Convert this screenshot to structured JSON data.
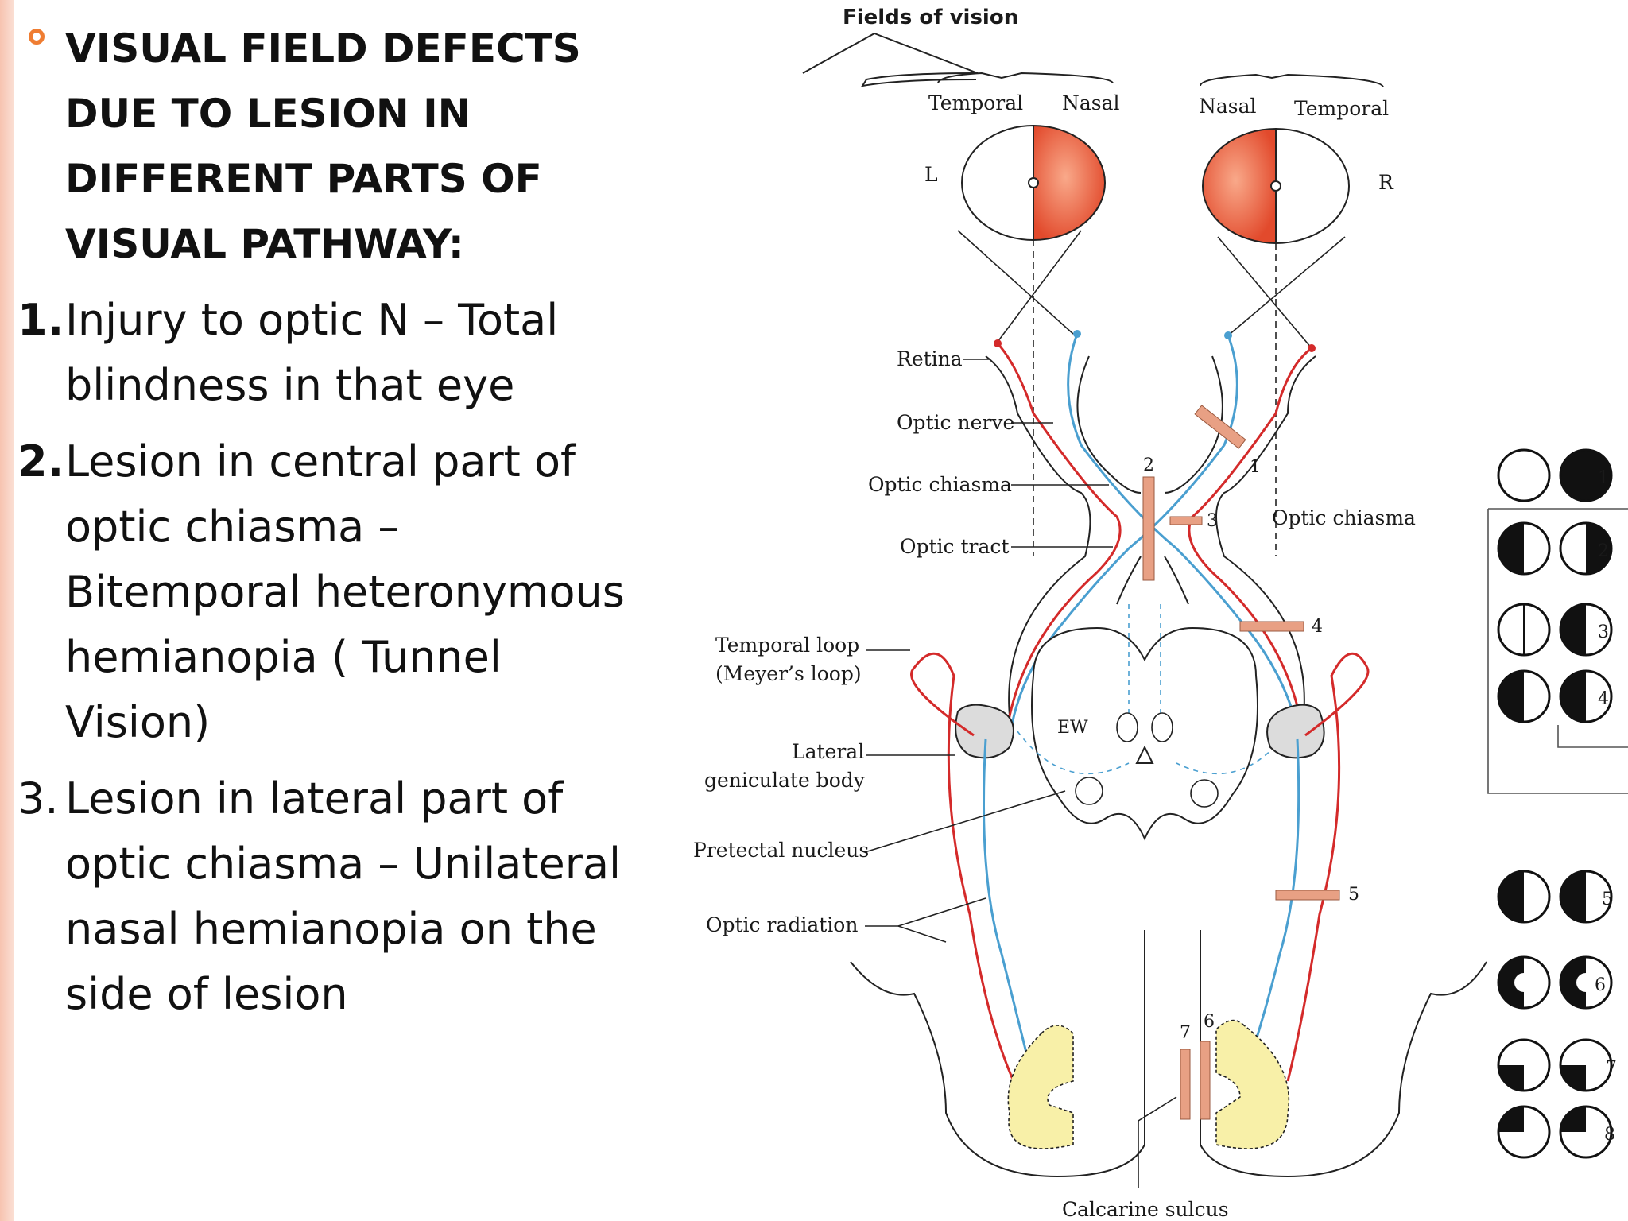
{
  "slide": {
    "title_lines": [
      "VISUAL FIELD DEFECTS",
      "DUE TO LESION IN",
      "DIFFERENT PARTS OF",
      "VISUAL PATHWAY:"
    ],
    "items": [
      {
        "number": "1.",
        "lines": [
          "Injury to optic N – Total",
          "blindness in that eye"
        ]
      },
      {
        "number": "2.",
        "lines": [
          "Lesion in central part of",
          "optic chiasma –",
          "Bitemporal heteronymous",
          "hemianopia ( Tunnel",
          "Vision)"
        ]
      },
      {
        "number": "3.",
        "lines": [
          "Lesion in lateral part of",
          "optic chiasma – Unilateral",
          "nasal hemianopia on the",
          "side of lesion"
        ]
      }
    ]
  },
  "diagram": {
    "fields_of_vision": "Fields of vision",
    "left_temporal": "Temporal",
    "left_nasal": "Nasal",
    "right_nasal": "Nasal",
    "right_temporal": "Temporal",
    "left_eye": "L",
    "right_eye": "R",
    "retina": "Retina",
    "optic_nerve": "Optic nerve",
    "optic_chiasma": "Optic chiasma",
    "optic_chiasma_right": "Optic chiasma",
    "optic_tract": "Optic tract",
    "temporal_loop_1": "Temporal loop",
    "temporal_loop_2": "(Meyer’s loop)",
    "lgb_1": "Lateral",
    "lgb_2": "geniculate body",
    "pretectal": "Pretectal nucleus",
    "optic_radiation": "Optic radiation",
    "ew": "EW",
    "calcarine": "Calcarine sulcus",
    "lesion_numbers": [
      "1",
      "2",
      "3",
      "4",
      "5",
      "6",
      "7"
    ],
    "field_numbers": [
      "1",
      "2",
      "3",
      "4",
      "5",
      "6",
      "7",
      "8"
    ],
    "colors": {
      "red": "#d42a2a",
      "blue": "#4a9fd0",
      "lesion": "#e8a084",
      "yellow": "#f8f0a8",
      "field_red": "#e85a3c"
    }
  }
}
